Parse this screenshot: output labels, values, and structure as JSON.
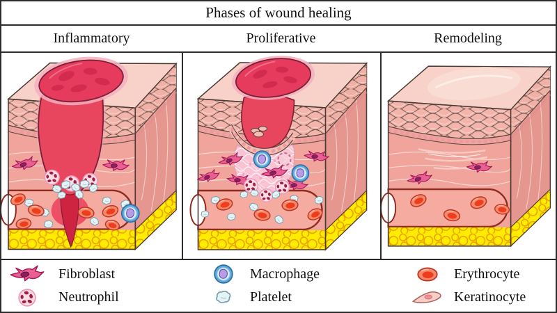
{
  "title": "Phases of wound healing",
  "phases": [
    {
      "label": "Inflammatory"
    },
    {
      "label": "Proliferative"
    },
    {
      "label": "Remodeling"
    }
  ],
  "legend": {
    "items": [
      {
        "label": "Fibroblast",
        "icon": "fibroblast-icon"
      },
      {
        "label": "Macrophage",
        "icon": "macrophage-icon"
      },
      {
        "label": "Erythrocyte",
        "icon": "erythrocyte-icon"
      },
      {
        "label": "Neutrophil",
        "icon": "neutrophil-icon"
      },
      {
        "label": "Platelet",
        "icon": "platelet-icon"
      },
      {
        "label": "Keratinocyte",
        "icon": "keratinocyte-icon"
      }
    ]
  },
  "palette": {
    "border": "#2b2b2b",
    "wound_red": "#e8465e",
    "clot_red": "#e63b5c",
    "dermis_front": "#f0a49b",
    "dermis_side": "#e5968e",
    "skin_top": "#f8d2c8",
    "epidermis": "#f2b4ab",
    "granulation": "#f9c3d4",
    "vessel_fill": "#f6aba1",
    "vessel_outline": "#8e2a1e",
    "fat_yellow": "#ffec00",
    "fat_outline": "#e9a000",
    "fibroblast": "#ea5f92",
    "neutrophil": "#fbdce6",
    "macrophage": "#5fa8d8",
    "platelet": "#e4f4f4",
    "erythrocyte": "#ee3c1c",
    "keratinocyte": "#f7cdc8"
  }
}
